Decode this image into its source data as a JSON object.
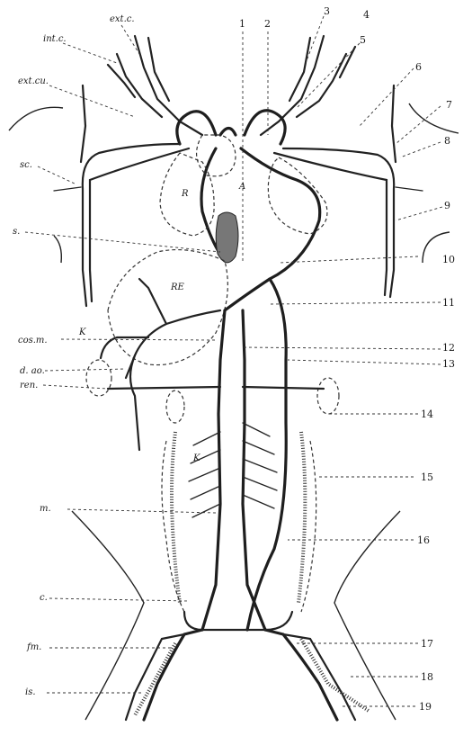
{
  "figure": {
    "labels": {
      "ext_c": "ext.c.",
      "int_c": "int.c.",
      "ext_cu": "ext.cu.",
      "sc": "sc.",
      "s": "s.",
      "cos_m": "cos.m.",
      "d_ao": "d. ao.",
      "ren": "ren.",
      "m": "m.",
      "c": "c.",
      "fm": "fm.",
      "is": "is."
    },
    "numbers": [
      "1",
      "2",
      "3",
      "4",
      "5",
      "6",
      "7",
      "8",
      "9",
      "10",
      "11",
      "12",
      "13",
      "14",
      "15",
      "16",
      "17",
      "18",
      "19"
    ],
    "organ_letters": {
      "R_left": "R",
      "A": "A",
      "RE": "RE",
      "K_left": "K",
      "K_right": "K"
    }
  }
}
